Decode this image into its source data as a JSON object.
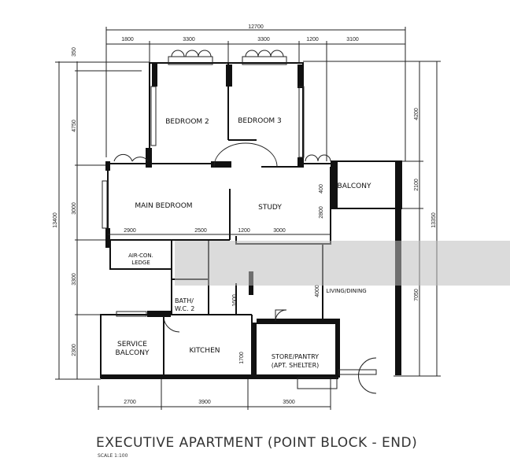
{
  "title": "EXECUTIVE APARTMENT (POINT BLOCK - END)",
  "scale": "SCALE 1:100",
  "rooms": {
    "bedroom2": "BEDROOM 2",
    "bedroom3": "BEDROOM 3",
    "main_bedroom": "MAIN BEDROOM",
    "study": "STUDY",
    "balcony": "BALCONY",
    "aircon_1": "AIR-CON.",
    "aircon_2": "LEDGE",
    "wc_1": "BATH/",
    "wc_2": "W.C. 2",
    "living": "LIVING/DINING",
    "service_1": "SERVICE",
    "service_2": "BALCONY",
    "kitchen": "KITCHEN",
    "store_1": "STORE/PANTRY",
    "store_2": "(APT. SHELTER)"
  },
  "dimensions": {
    "top_total": "12700",
    "top": [
      "1800",
      "3300",
      "3300",
      "1200",
      "3100"
    ],
    "bottom": [
      "2700",
      "3900",
      "3500"
    ],
    "left_total": "13400",
    "left": [
      "350",
      "4750",
      "3000",
      "3300",
      "2300"
    ],
    "right_total": "13350",
    "right": [
      "4200",
      "2100",
      "7050"
    ],
    "interior": [
      "2900",
      "2500",
      "1200",
      "3000",
      "400",
      "2800",
      "1600",
      "4000",
      "1700"
    ]
  },
  "colors": {
    "line": "#111111",
    "watermark": "#bdbdbd"
  }
}
